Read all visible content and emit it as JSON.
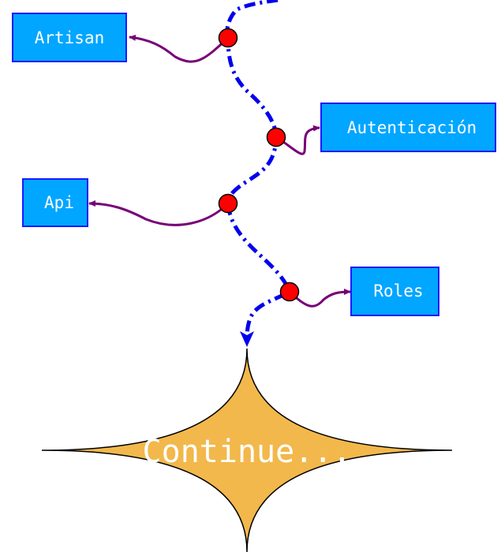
{
  "nodes": [
    {
      "id": "artisan",
      "label": "Artisan"
    },
    {
      "id": "autenticacion",
      "label": "Autenticación"
    },
    {
      "id": "api",
      "label": "Api"
    },
    {
      "id": "roles",
      "label": "Roles"
    }
  ],
  "terminal": {
    "label": "Continue..."
  },
  "colors": {
    "box_fill": "#00a6ff",
    "box_border": "#1a1aff",
    "flow_line": "#0000ee",
    "branch_line": "#770077",
    "node_dot": "#ff0000",
    "terminal_fill": "#f2b84b",
    "text": "#ffffff"
  }
}
